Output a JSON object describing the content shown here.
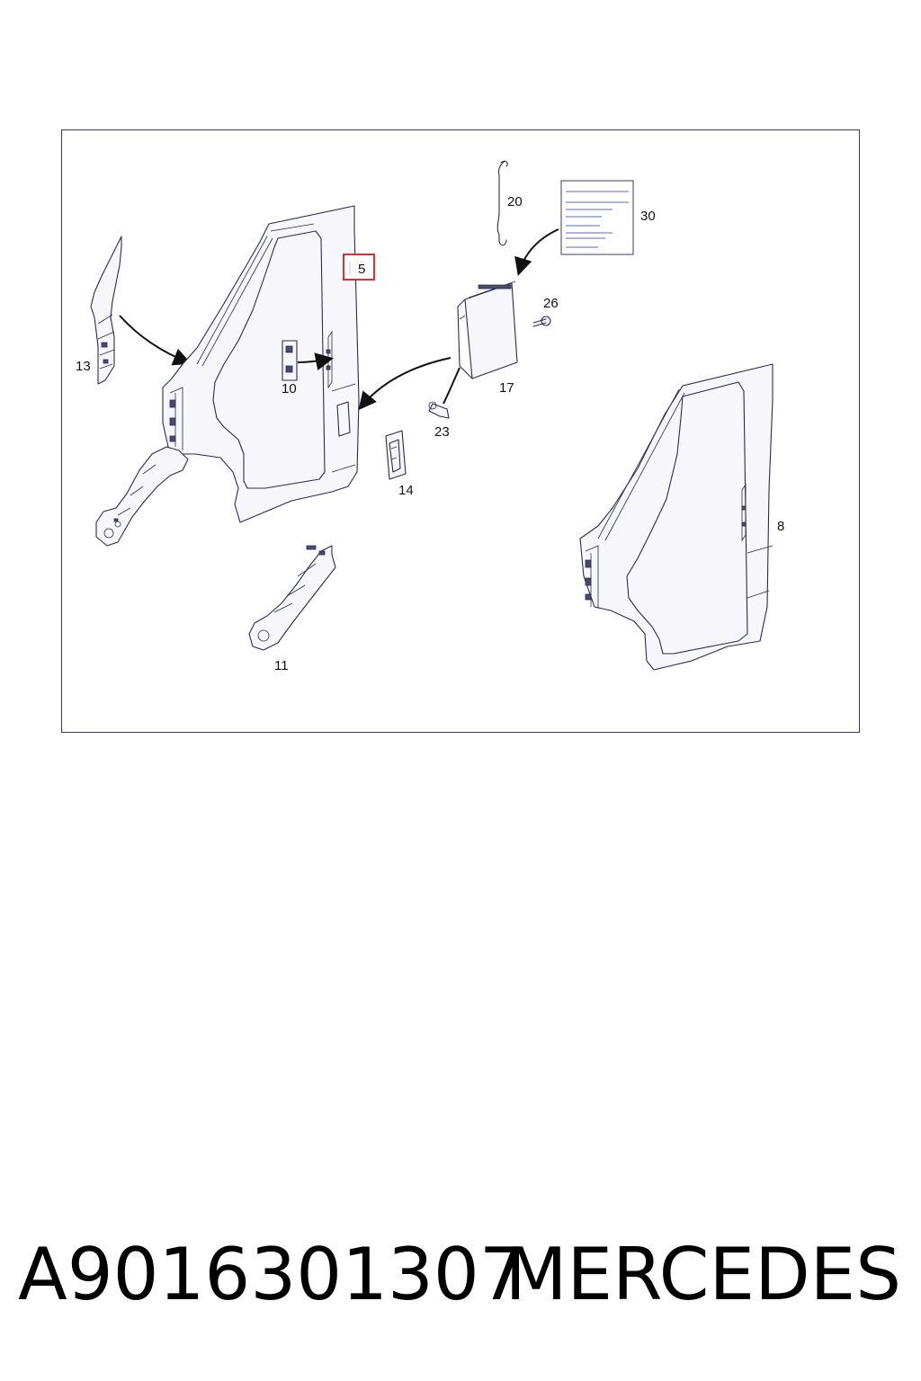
{
  "diagram": {
    "callouts": {
      "c5": "5",
      "c8": "8",
      "c10": "10",
      "c11": "11",
      "c13": "13",
      "c14": "14",
      "c17": "17",
      "c20": "20",
      "c23": "23",
      "c26": "26",
      "c30": "30"
    },
    "highlighted_callout": "5",
    "highlight_color": "#e03030",
    "line_color": "#2a2a55"
  },
  "caption": {
    "part_number": "A9016301307",
    "brand": "MERCEDES"
  }
}
